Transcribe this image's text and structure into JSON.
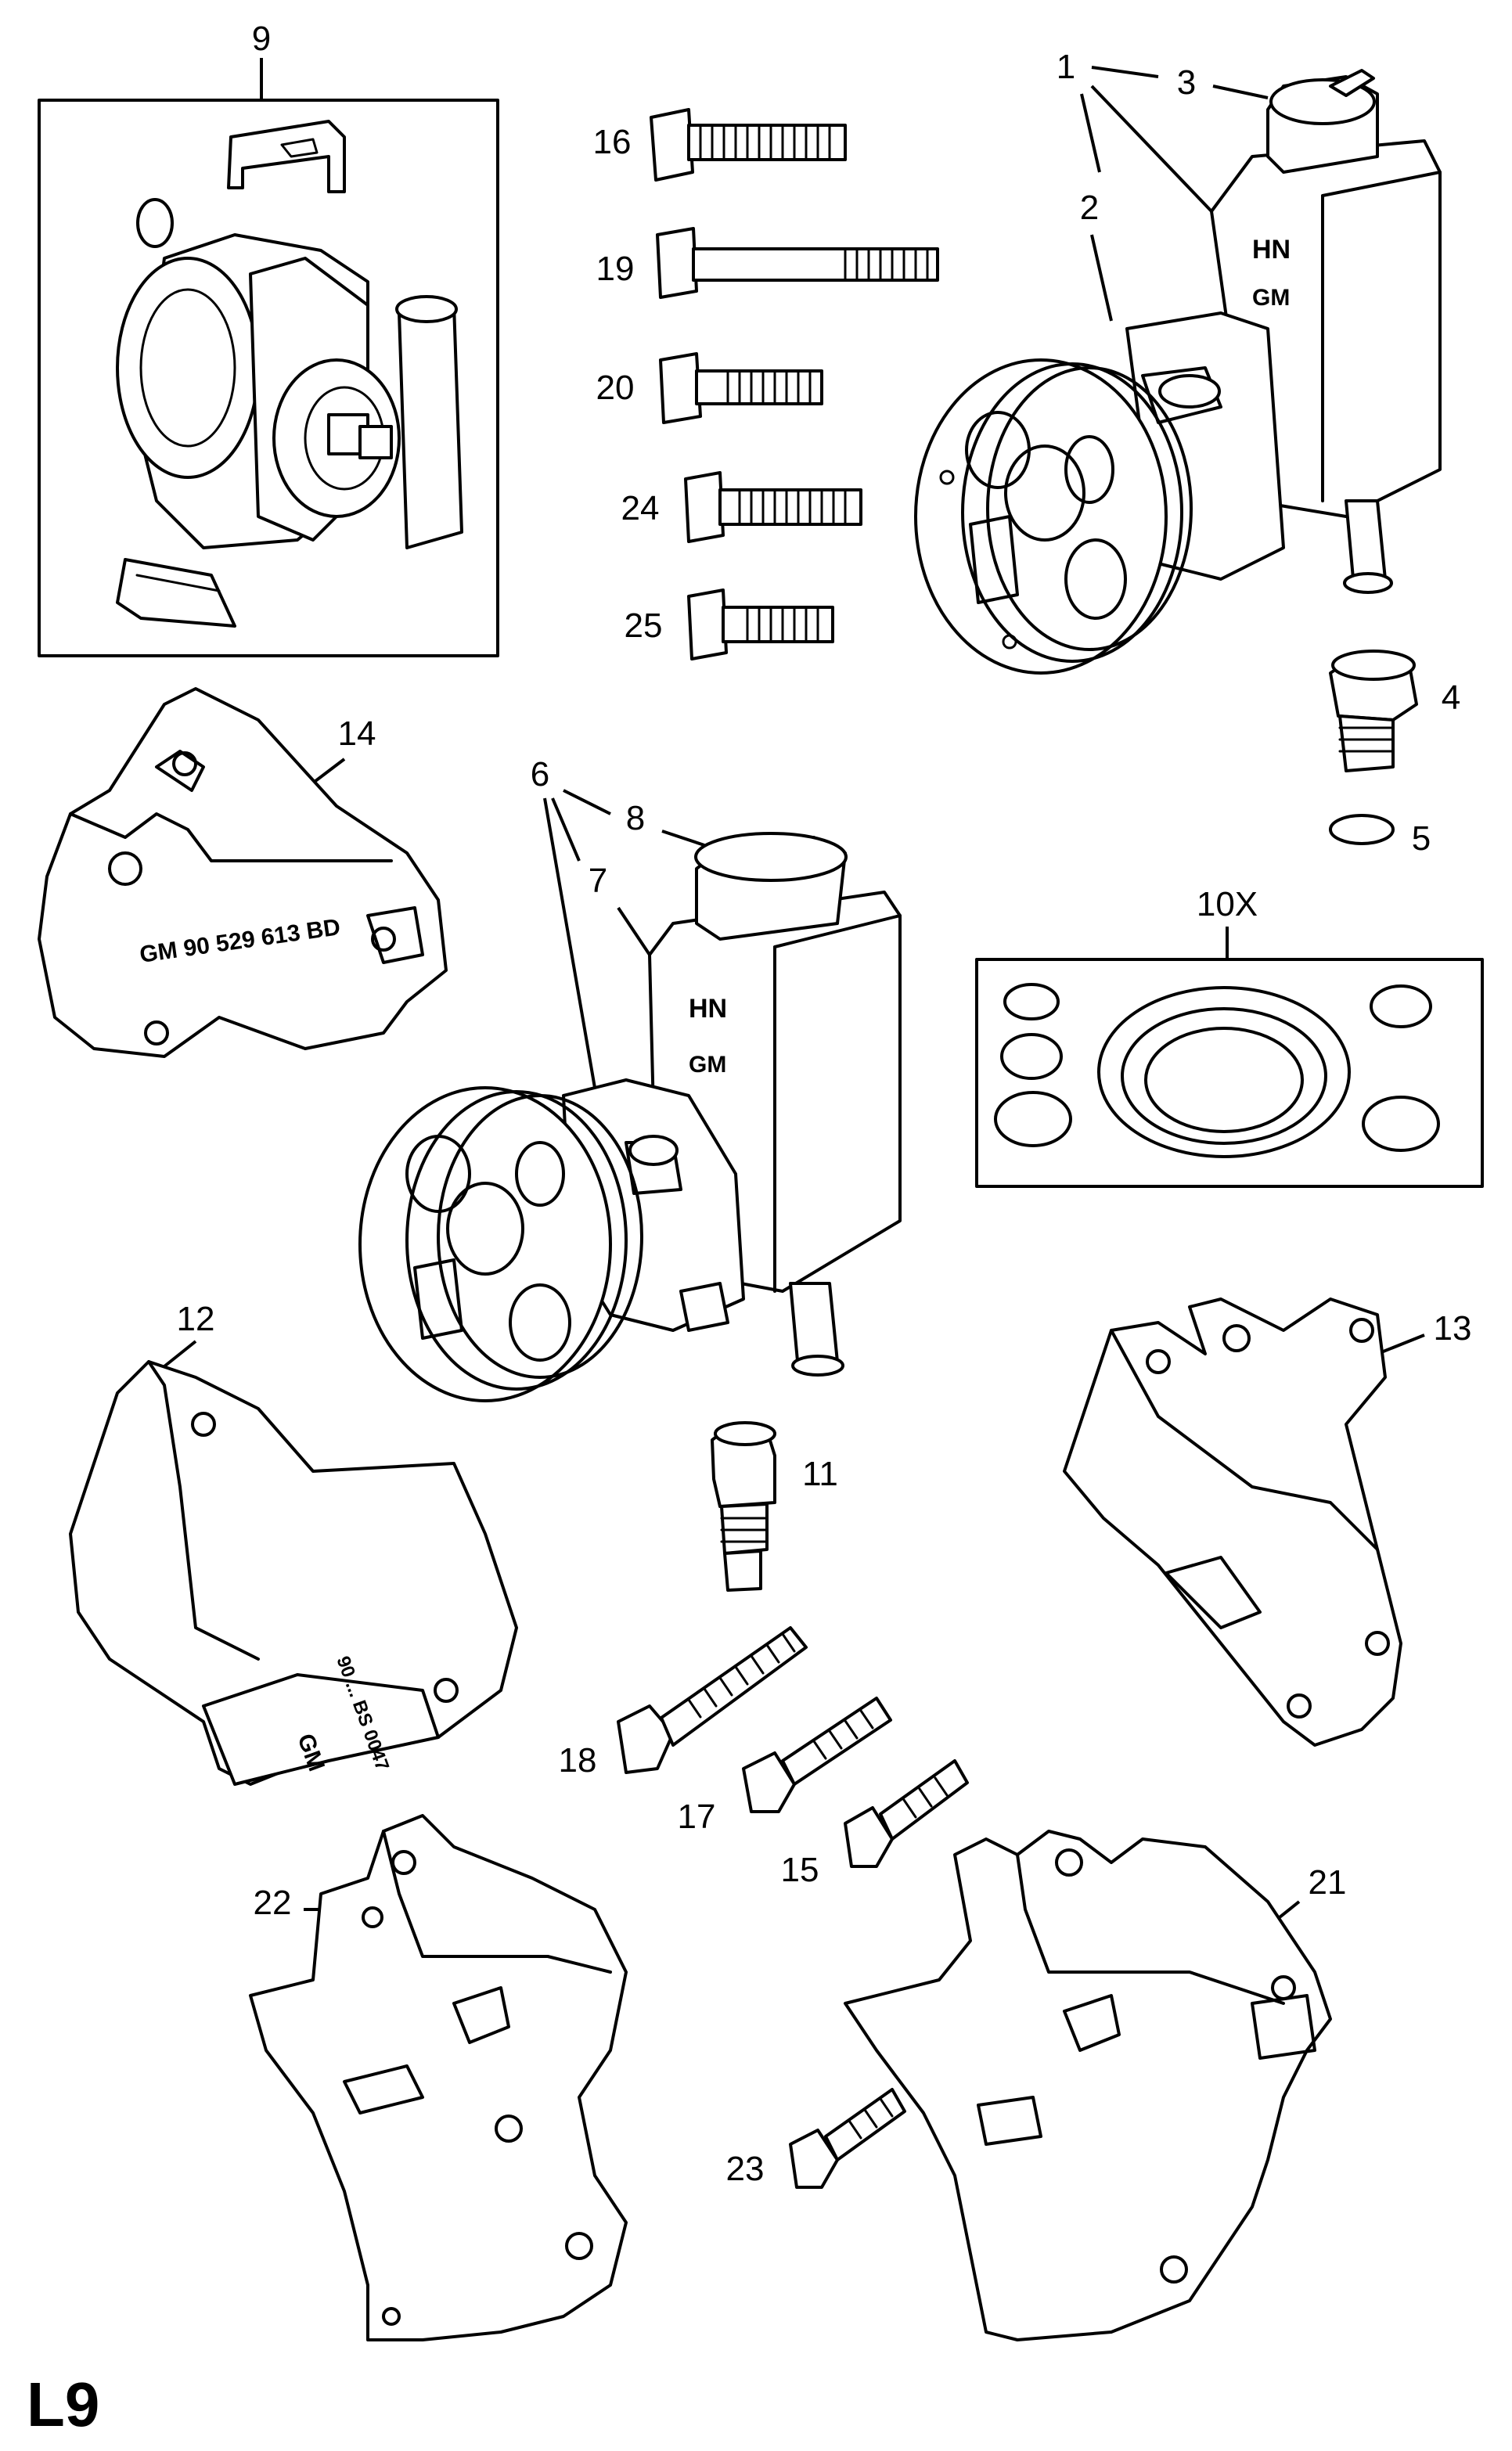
{
  "sheet": {
    "code": "L9"
  },
  "callouts": {
    "c1": "1",
    "c2": "2",
    "c3": "3",
    "c4": "4",
    "c5": "5",
    "c6": "6",
    "c7": "7",
    "c8": "8",
    "c9": "9",
    "c10x": "10X",
    "c11": "11",
    "c12": "12",
    "c13": "13",
    "c14": "14",
    "c15": "15",
    "c16": "16",
    "c17": "17",
    "c18": "18",
    "c19": "19",
    "c20": "20",
    "c21": "21",
    "c22": "22",
    "c23": "23",
    "c24": "24",
    "c25": "25"
  },
  "markings": {
    "reservoir_top": "HN",
    "reservoir_bottom": "GM",
    "bracket14_code": "GM 90 529 613 BD",
    "bracket12_gm": "GM",
    "bracket12_code": "90 ... BS 0047"
  }
}
